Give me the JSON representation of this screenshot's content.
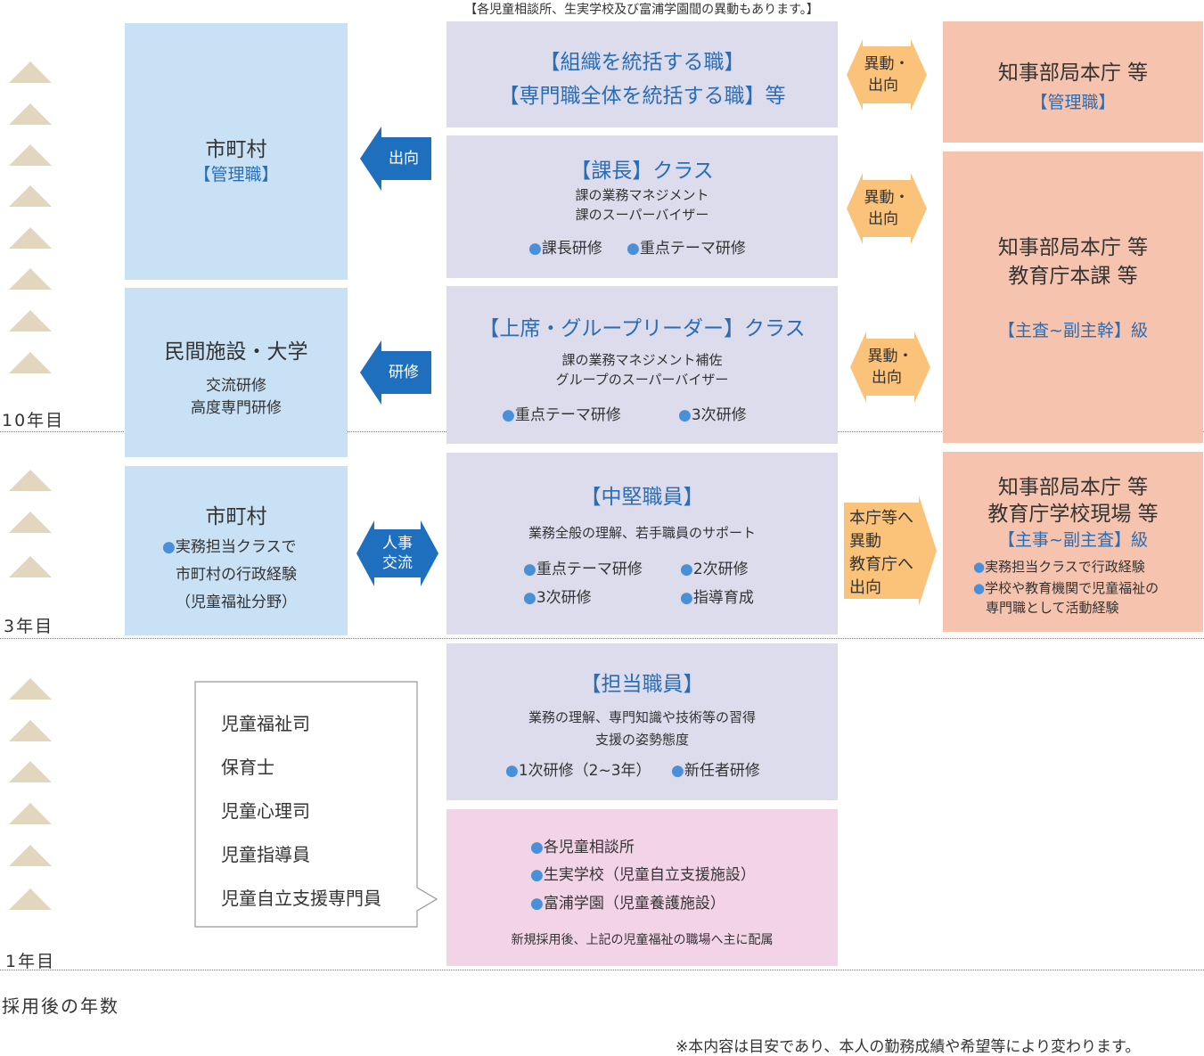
{
  "top_note": "【各児童相談所、生実学校及び富浦学園間の異動もあります。】",
  "years": {
    "y10": "10年目",
    "y3": "3年目",
    "y1": "1年目"
  },
  "axis_label": "採用後の年数",
  "footnote": "※本内容は目安であり、本人の勤務成績や希望等により変わります。",
  "colors": {
    "lavender": "#dcdcec",
    "sky": "#c9e1f5",
    "salmon": "#f6c4ae",
    "pink": "#f3d4e6",
    "blue_arrow": "#1f6fbf",
    "orange_arrow": "#fbc27a",
    "marker": "#e3d6bf"
  },
  "center": {
    "org": {
      "line1": "【組織を統括する職】",
      "line2": "【専門職全体を統括する職】等"
    },
    "kacho": {
      "title": "【課長】クラス",
      "desc1": "課の業務マネジメント",
      "desc2": "課のスーパーバイザー",
      "items": [
        "課長研修",
        "重点テーマ研修"
      ]
    },
    "joseki": {
      "title": "【上席・グループリーダー】クラス",
      "desc1": "課の業務マネジメント補佐",
      "desc2": "グループのスーパーバイザー",
      "items": [
        "重点テーマ研修",
        "3次研修"
      ]
    },
    "chuken": {
      "title": "【中堅職員】",
      "desc": "業務全般の理解、若手職員のサポート",
      "items": [
        "重点テーマ研修",
        "2次研修",
        "3次研修",
        "指導育成"
      ]
    },
    "tanto": {
      "title": "【担当職員】",
      "desc1": "業務の理解、専門知識や技術等の習得",
      "desc2": "支援の姿勢態度",
      "items": [
        "1次研修（2~3年）",
        "新任者研修"
      ]
    },
    "haizoku": {
      "items": [
        "各児童相談所",
        "生実学校（児童自立支援施設）",
        "富浦学園（児童養護施設）"
      ],
      "note": "新規採用後、上記の児童福祉の職場へ主に配属"
    }
  },
  "left": {
    "shichoson_kanri": {
      "title": "市町村",
      "sub": "【管理職】"
    },
    "minkan": {
      "title": "民間施設・大学",
      "sub1": "交流研修",
      "sub2": "高度専門研修"
    },
    "shichoson": {
      "title": "市町村",
      "item1": "実務担当クラスで",
      "item1b": "市町村の行政経験",
      "item1c": "（児童福祉分野）"
    },
    "jobs": [
      "児童福祉司",
      "保育士",
      "児童心理司",
      "児童指導員",
      "児童自立支援専門員"
    ]
  },
  "right": {
    "honcho_kanri": {
      "title": "知事部局本庁 等",
      "sub": "【管理職】"
    },
    "honcho_shusa": {
      "line1": "知事部局本庁 等",
      "line2": "教育庁本課 等",
      "sub": "【主査~副主幹】級"
    },
    "honcho_shuji": {
      "line1": "知事部局本庁 等",
      "line2": "教育庁学校現場 等",
      "sub": "【主事~副主査】級",
      "item1": "実務担当クラスで行政経験",
      "item2": "学校や教育機関で児童福祉の",
      "item2b": "専門職として活動経験"
    }
  },
  "arrows": {
    "shukko": "出向",
    "kenshu": "研修",
    "jinji1": "人事",
    "jinji2": "交流",
    "ido1": "異動・",
    "ido2": "出向",
    "honcho_ido": [
      "本庁等へ",
      "異動",
      "教育庁へ",
      "出向"
    ]
  },
  "bullet": "●"
}
